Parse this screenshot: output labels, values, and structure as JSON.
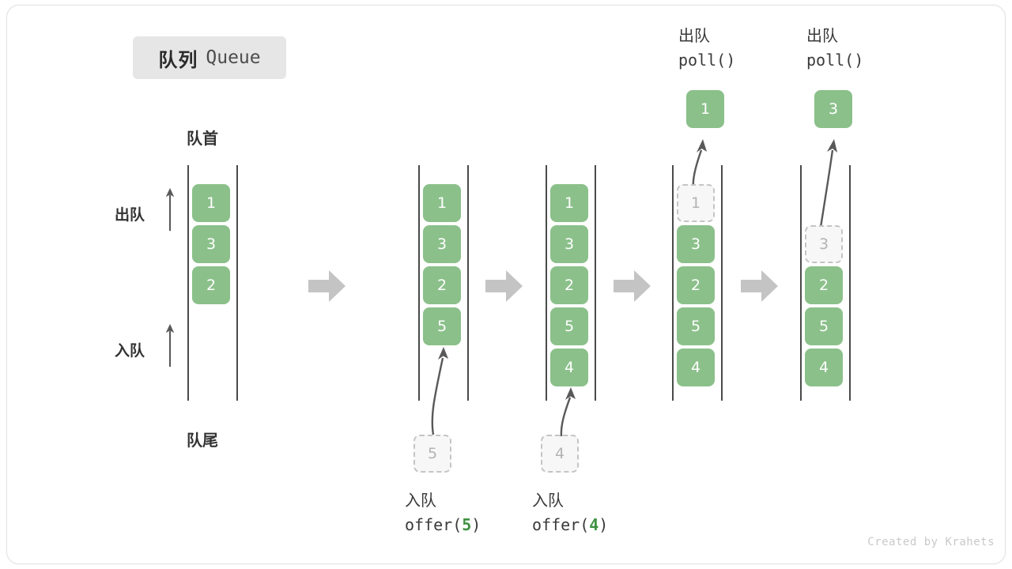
{
  "title": {
    "cn": "队列",
    "en": "Queue"
  },
  "labels": {
    "head": "队首",
    "tail": "队尾",
    "dequeue_side": "出队",
    "enqueue_side": "入队"
  },
  "colors": {
    "cell_fill": "#8bc08a",
    "cell_text": "#ffffff",
    "ghost_border": "#c4c4c4",
    "ghost_text": "#b3b3b3",
    "rail": "#4a4a4a",
    "step_arrow": "#c4c4c4",
    "accent_code": "#3f9142",
    "badge_bg": "#e6e6e6"
  },
  "columns": [
    {
      "id": "initial",
      "cells": [
        {
          "value": "1",
          "state": "filled"
        },
        {
          "value": "3",
          "state": "filled"
        },
        {
          "value": "2",
          "state": "filled"
        }
      ],
      "caption_cn": "",
      "caption_code": "",
      "caption_arg": ""
    },
    {
      "id": "offer-5",
      "cells": [
        {
          "value": "1",
          "state": "filled"
        },
        {
          "value": "3",
          "state": "filled"
        },
        {
          "value": "2",
          "state": "filled"
        },
        {
          "value": "5",
          "state": "filled"
        }
      ],
      "incoming": {
        "value": "5",
        "state": "ghost"
      },
      "caption_cn": "入队",
      "caption_code_pre": "offer(",
      "caption_arg": "5",
      "caption_code_post": ")"
    },
    {
      "id": "offer-4",
      "cells": [
        {
          "value": "1",
          "state": "filled"
        },
        {
          "value": "3",
          "state": "filled"
        },
        {
          "value": "2",
          "state": "filled"
        },
        {
          "value": "5",
          "state": "filled"
        },
        {
          "value": "4",
          "state": "filled"
        }
      ],
      "incoming": {
        "value": "4",
        "state": "ghost"
      },
      "caption_cn": "入队",
      "caption_code_pre": "offer(",
      "caption_arg": "4",
      "caption_code_post": ")"
    },
    {
      "id": "poll-1",
      "cells": [
        {
          "value": "1",
          "state": "ghost"
        },
        {
          "value": "3",
          "state": "filled"
        },
        {
          "value": "2",
          "state": "filled"
        },
        {
          "value": "5",
          "state": "filled"
        },
        {
          "value": "4",
          "state": "filled"
        }
      ],
      "popped": {
        "value": "1",
        "state": "popped"
      },
      "caption_cn": "出队",
      "caption_code_pre": "poll(",
      "caption_arg": "",
      "caption_code_post": ")"
    },
    {
      "id": "poll-3",
      "cells": [
        {
          "value": "3",
          "state": "ghost"
        },
        {
          "value": "2",
          "state": "filled"
        },
        {
          "value": "5",
          "state": "filled"
        },
        {
          "value": "4",
          "state": "filled"
        }
      ],
      "popped": {
        "value": "3",
        "state": "popped"
      },
      "caption_cn": "出队",
      "caption_code_pre": "poll(",
      "caption_arg": "",
      "caption_code_post": ")"
    }
  ],
  "watermark": "Created by Krahets"
}
